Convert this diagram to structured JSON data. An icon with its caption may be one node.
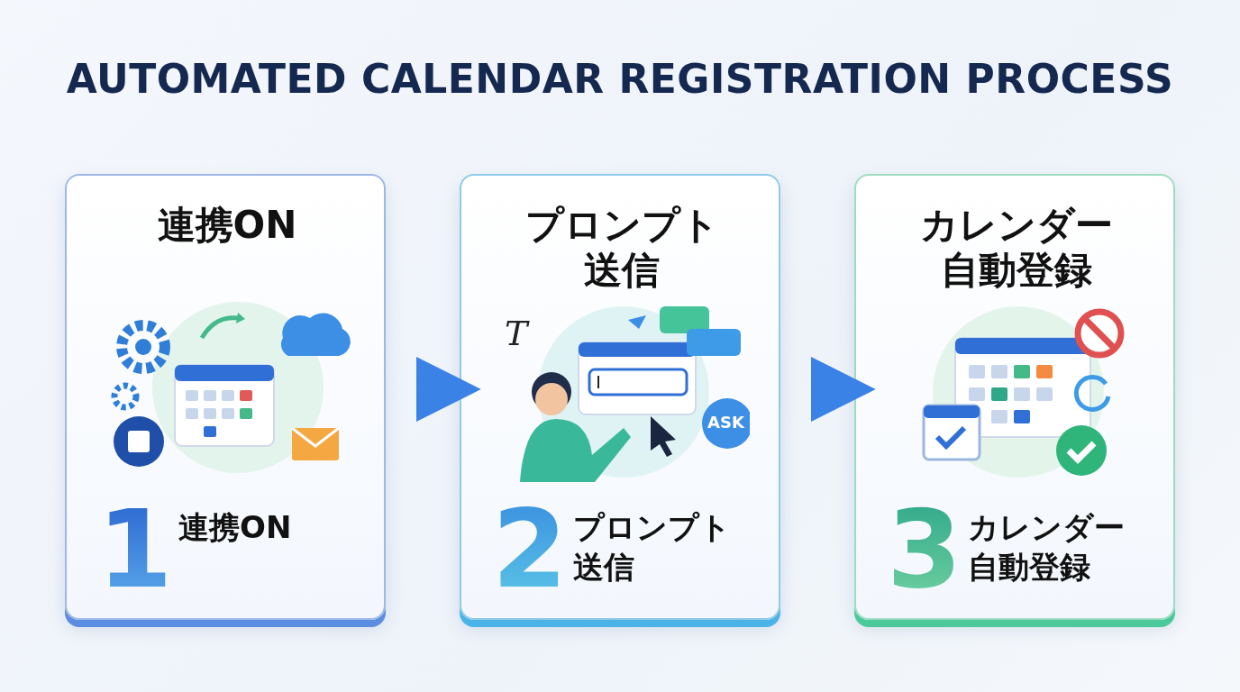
{
  "diagram": {
    "title": "AUTOMATED CALENDAR REGISTRATION PROCESS",
    "nodes": [
      {
        "text": [
          "連携ON",
          "1",
          "連携ON"
        ]
      },
      {
        "text": [
          "プロンプト送信",
          "2",
          "プロンプト送信"
        ]
      },
      {
        "text": [
          "カレンダー自動登録",
          "3",
          "カレンダー自動登録"
        ]
      }
    ],
    "edges": [
      {
        "from": 0,
        "to": 1,
        "arrow": "to"
      },
      {
        "from": 1,
        "to": 2,
        "arrow": "to"
      }
    ],
    "labels": [
      "T",
      "ASK"
    ]
  }
}
